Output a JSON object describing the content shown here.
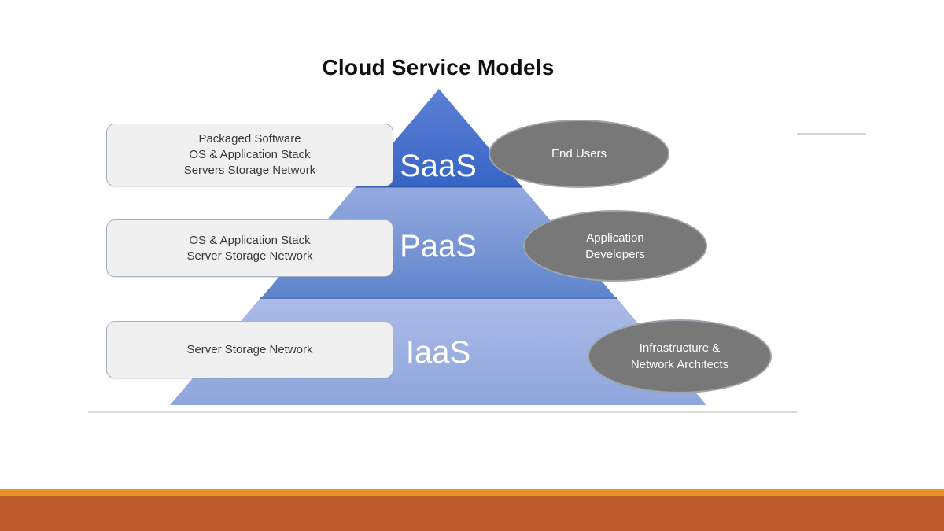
{
  "slide": {
    "title": "Cloud Service Models"
  },
  "layers": [
    {
      "label": "SaaS",
      "box_lines": [
        "Packaged Software",
        "OS & Application Stack",
        "Servers Storage Network"
      ],
      "audience": "End Users"
    },
    {
      "label": "PaaS",
      "box_lines": [
        "OS & Application Stack",
        "Server Storage Network"
      ],
      "audience": "Application Developers"
    },
    {
      "label": "IaaS",
      "box_lines": [
        "Server Storage Network"
      ],
      "audience": "Infrastructure & Network Architects"
    }
  ],
  "colors": {
    "tier_saas_top": "#5C80D6",
    "tier_saas_bottom": "#3765C5",
    "tier_saas_divider": "#2F5BB7",
    "tier_paas_top": "#95AADF",
    "tier_paas_bottom": "#5E84CB",
    "tier_iaas_top": "#ACBAE7",
    "tier_iaas_bottom": "#8EA6DD",
    "box_fill": "#F1F0F0",
    "box_border": "#A8B4C6",
    "ellipse_gray": "#787878",
    "label_text": "#FFFFFF",
    "accent_orange": "#E79122",
    "footer_rust": "#BC5B2A"
  }
}
